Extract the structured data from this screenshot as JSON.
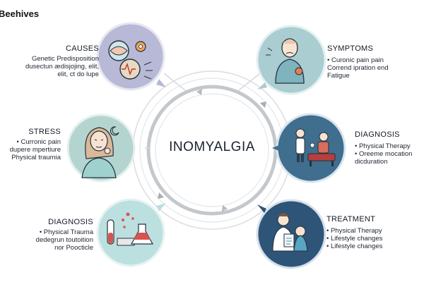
{
  "page_title": "Beehives",
  "center_label": "INOMYALGIA",
  "nodes": {
    "causes": {
      "heading": "CAUSES",
      "lines": [
        "Genetic Predisposition",
        "dusectun ædisjojing, elit,",
        "elit, ct do lupe"
      ]
    },
    "stress": {
      "heading": "STRESS",
      "lines": [
        "• Curronic pain",
        "dupere mpertiure",
        "Physical traumia"
      ]
    },
    "diagnosis_left": {
      "heading": "DIAGNOSIS",
      "lines": [
        "• Physical Trauma",
        "dedegrun toutoition",
        "nor Poocticle"
      ]
    },
    "symptoms": {
      "heading": "SYMPTOMS",
      "lines": [
        "• Curonic pain pain",
        "Corrend ipration end",
        "Fatigue"
      ]
    },
    "diagnosis_right": {
      "heading": "DIAGNOSIS",
      "lines": [
        "• Physical Therapy",
        "• Oreeme mocation",
        "dicduration"
      ]
    },
    "treatment": {
      "heading": "TREATMENT",
      "lines": [
        "• Physical Therapy",
        "• Lifestyle changes",
        "• Lifestyle changes"
      ]
    }
  },
  "colors": {
    "causes_circle": "#b8b9d6",
    "symptoms_circle": "#a9cdd0",
    "stress_circle": "#b4d4d0",
    "diagnosis_right_circle": "#3f6e8e",
    "diagnosis_left_circle": "#bcdfe0",
    "treatment_circle": "#2e5478",
    "ring": "#c4c8cc"
  }
}
